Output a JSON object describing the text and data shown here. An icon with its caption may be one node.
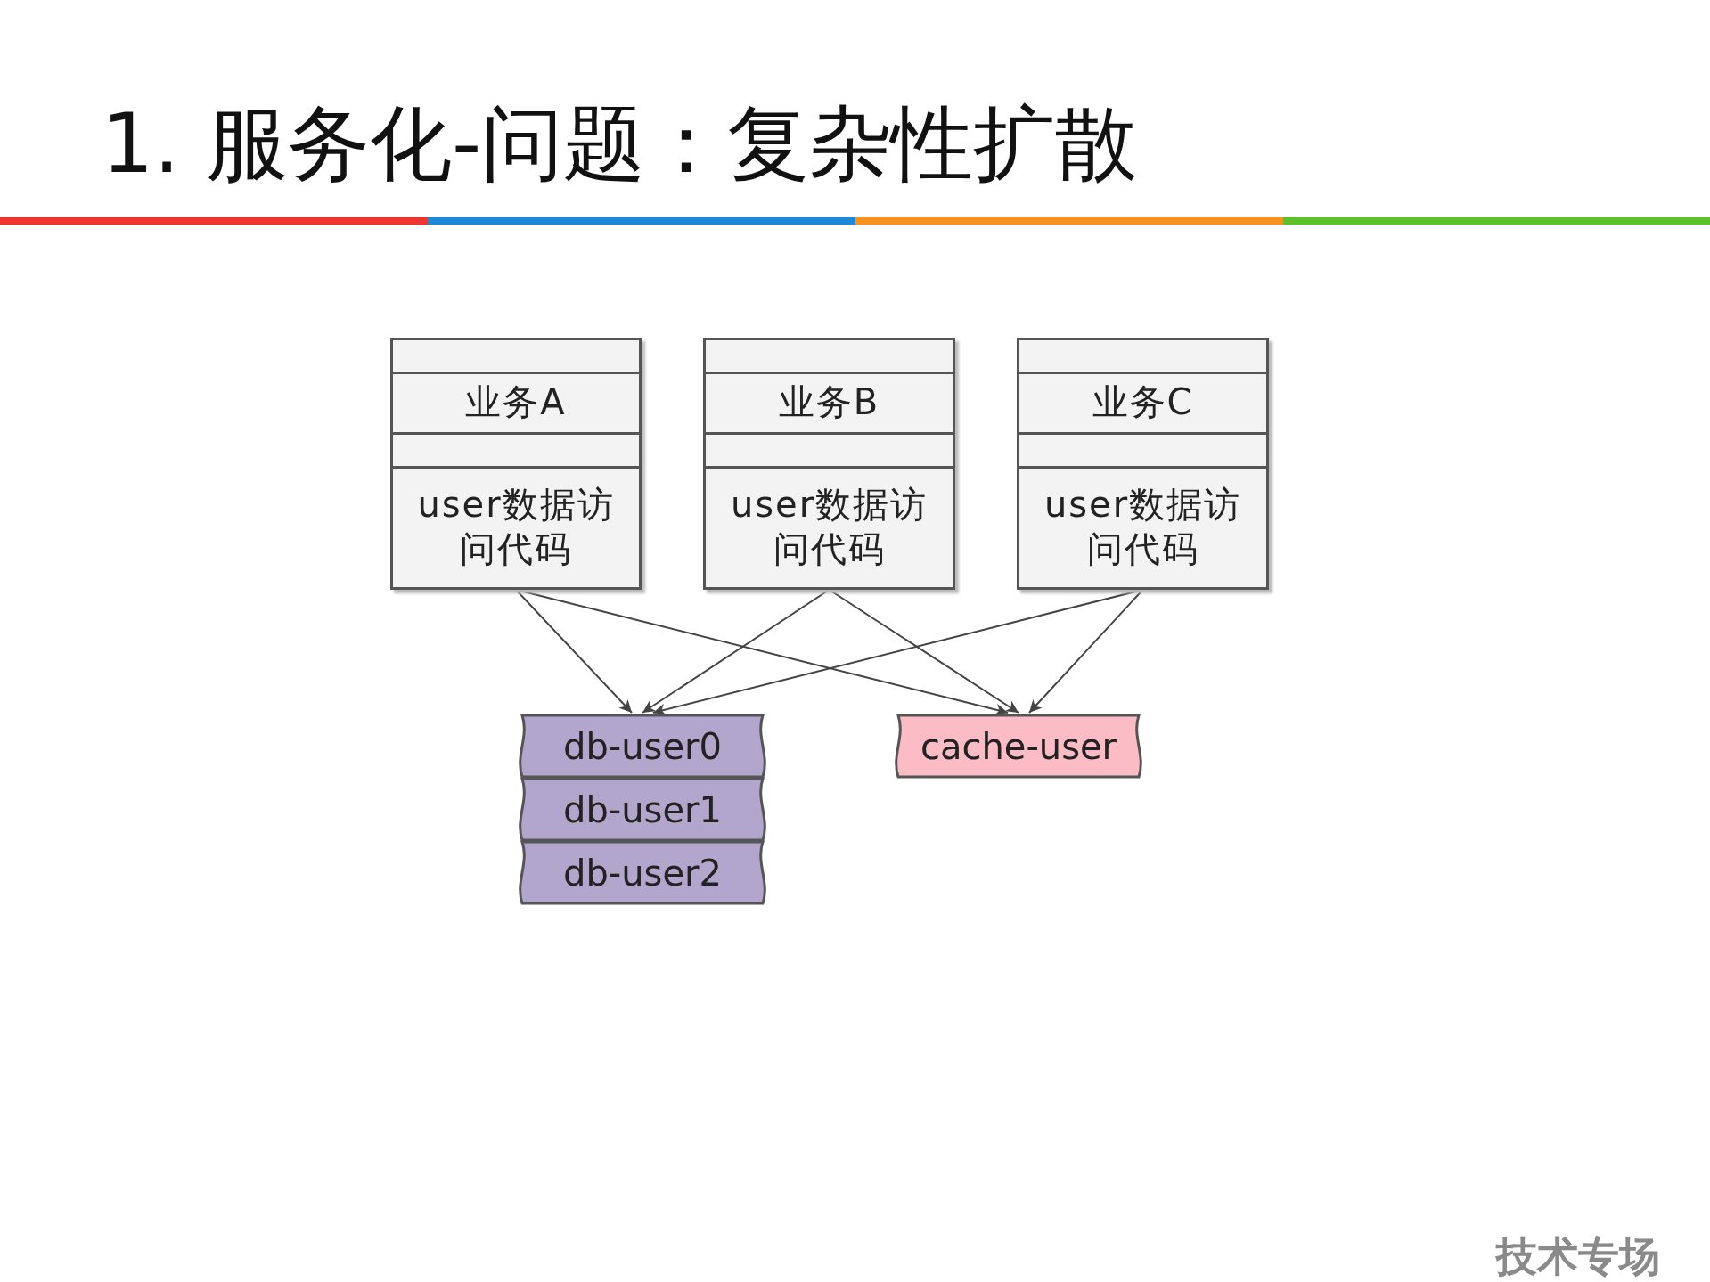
{
  "diagram": {
    "title": "1. 服务化-问题：复杂性扩散",
    "nodes": [
      {
        "text": [
          "业务A",
          "user数据访问代码"
        ]
      },
      {
        "text": [
          "业务B",
          "user数据访问代码"
        ]
      },
      {
        "text": [
          "业务C",
          "user数据访问代码"
        ]
      },
      {
        "text": [
          "db-user0"
        ]
      },
      {
        "text": [
          "db-user1"
        ]
      },
      {
        "text": [
          "db-user2"
        ]
      },
      {
        "text": [
          "cache-user"
        ]
      }
    ],
    "edges": [
      {
        "from": 0,
        "to": 3,
        "arrow": "to"
      },
      {
        "from": 0,
        "to": 6,
        "arrow": "to"
      },
      {
        "from": 1,
        "to": 3,
        "arrow": "to"
      },
      {
        "from": 1,
        "to": 6,
        "arrow": "to"
      },
      {
        "from": 2,
        "to": 3,
        "arrow": "to"
      },
      {
        "from": 2,
        "to": 6,
        "arrow": "to"
      }
    ],
    "labels": [
      "技术专场"
    ]
  }
}
